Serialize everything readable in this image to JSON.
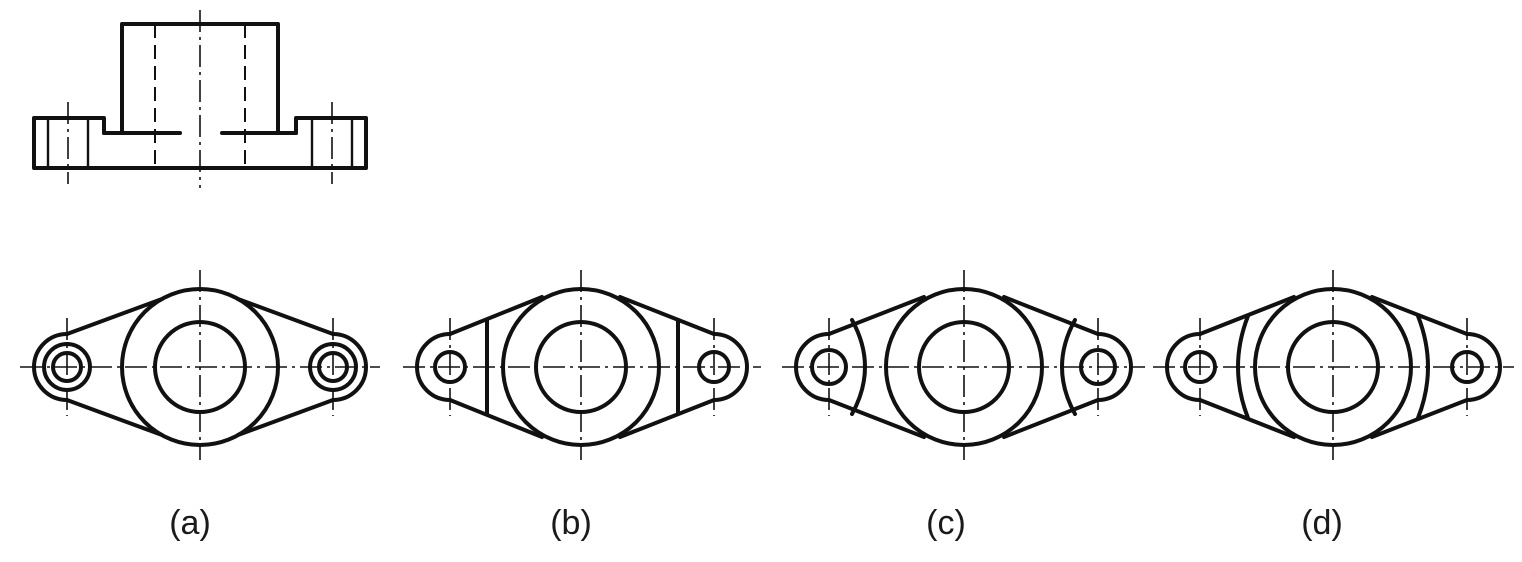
{
  "options": [
    {
      "id": "a",
      "label": "(a)"
    },
    {
      "id": "b",
      "label": "(b)"
    },
    {
      "id": "c",
      "label": "(c)"
    },
    {
      "id": "d",
      "label": "(d)"
    }
  ],
  "colors": {
    "line": "#111111",
    "background": "#ffffff"
  }
}
